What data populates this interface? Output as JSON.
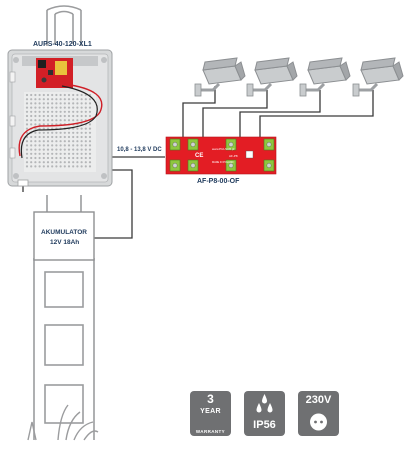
{
  "labels": {
    "psu_model": "AUPS-40-120-XL1",
    "voltage_range": "10,8 - 13,8 V DC",
    "module_model": "AF-P8-00-OF",
    "battery_line1": "AKUMULATOR",
    "battery_line2": "12V 18Ah"
  },
  "board": {
    "text_brand": "www.PULSAR.pl",
    "text_made": "MADE IN POLAND",
    "text_code": "AF-P8"
  },
  "badges": [
    {
      "name": "warranty-badge",
      "line1": "3",
      "line2": "YEAR",
      "line3": "WARRANTY"
    },
    {
      "name": "ip56-badge",
      "text": "IP56"
    },
    {
      "name": "voltage-badge",
      "text": "230V"
    }
  ],
  "colors": {
    "label_text": "#1f3a5c",
    "board_red": "#e31d24",
    "badge_grey": "#6f7072",
    "wire_grey": "#3a3a3a",
    "enclosure": "#d7d9da",
    "camera_grey": "#b9bcbf"
  },
  "cameras": [
    "camera-1",
    "camera-2",
    "camera-3",
    "camera-4"
  ]
}
